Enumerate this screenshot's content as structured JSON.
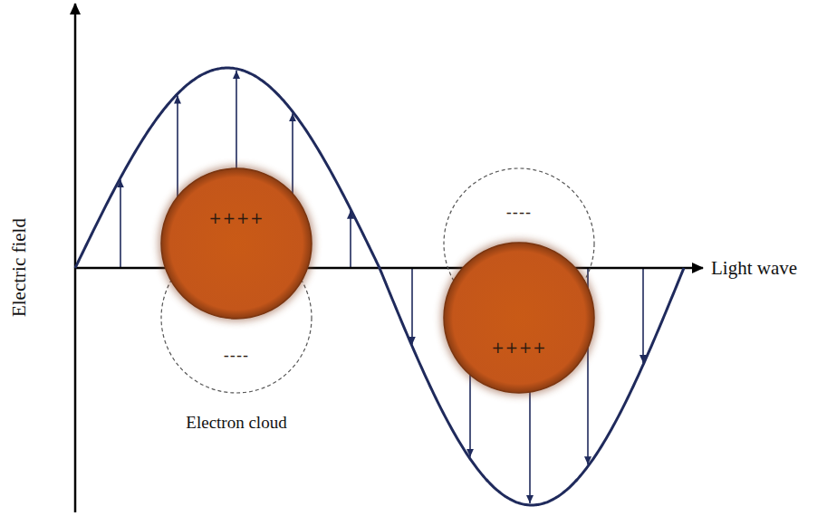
{
  "diagram": {
    "nodes": [
      {
        "text": [
          "++++"
        ]
      },
      {
        "text": [
          "----"
        ]
      },
      {
        "text": [
          "----"
        ]
      },
      {
        "text": [
          "++++"
        ]
      }
    ],
    "labels": [
      "Electric field",
      "Light wave",
      "Electron cloud"
    ]
  }
}
